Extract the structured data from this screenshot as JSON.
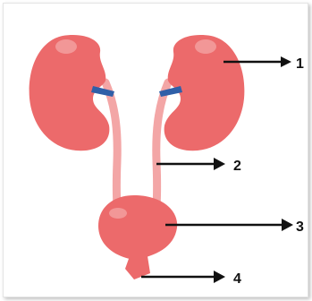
{
  "diagram": {
    "colors": {
      "organ": "#ec6a6b",
      "organ_dark": "#d85556",
      "organ_light": "#f4a3a3",
      "ureter": "#f3a6a6",
      "vessel": "#2f5fa8",
      "arrow": "#111111"
    },
    "labels": [
      {
        "id": "label-1",
        "text": "1"
      },
      {
        "id": "label-2",
        "text": "2"
      },
      {
        "id": "label-3",
        "text": "3"
      },
      {
        "id": "label-4",
        "text": "4"
      }
    ]
  }
}
